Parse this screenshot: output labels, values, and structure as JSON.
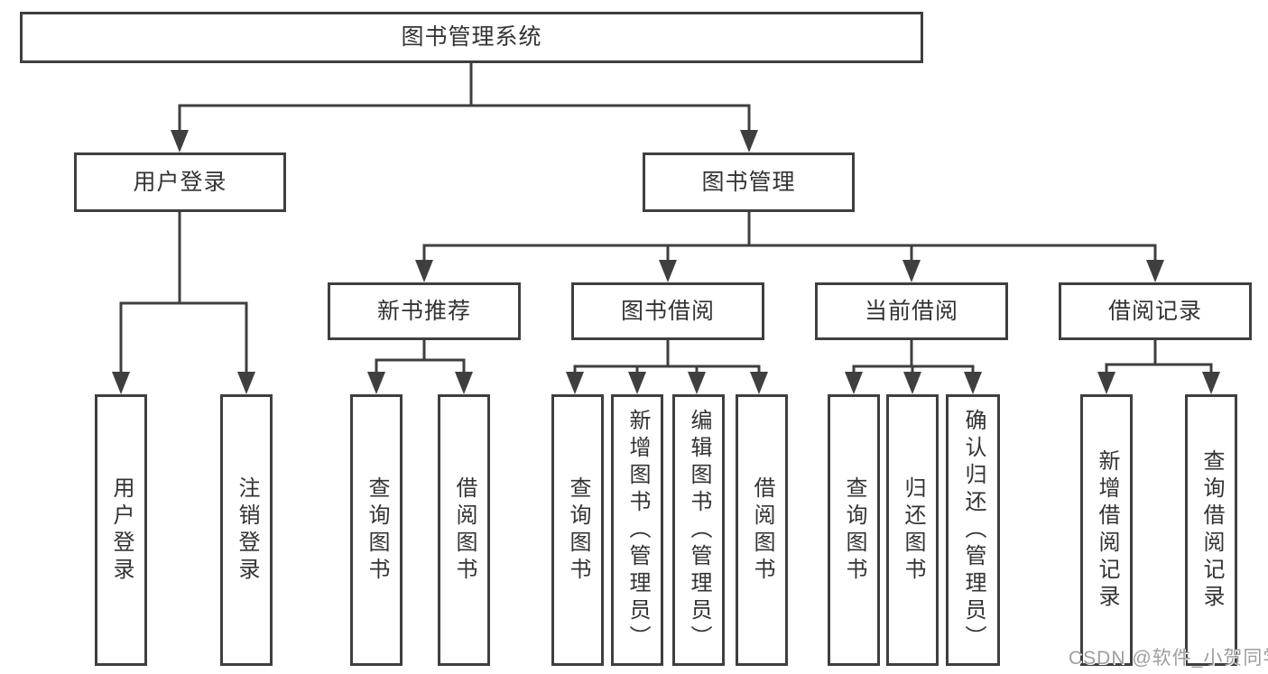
{
  "diagram": {
    "title": "图书管理系统",
    "line_color": "#3f3f3f",
    "watermark": {
      "text": "CSDN @软件_小贺同学",
      "color": "#9e9e9e"
    },
    "nodes": {
      "root": {
        "label": "图书管理系统"
      },
      "user_login": {
        "label": "用户登录"
      },
      "book_mgmt": {
        "label": "图书管理"
      },
      "new_book_rec": {
        "label": "新书推荐"
      },
      "book_borrow": {
        "label": "图书借阅"
      },
      "current_borrow": {
        "label": "当前借阅"
      },
      "borrow_records": {
        "label": "借阅记录"
      },
      "ul_login": {
        "label": "用户登录"
      },
      "ul_logout": {
        "label": "注销登录"
      },
      "nb_query_books": {
        "label": "查询图书"
      },
      "nb_borrow_books": {
        "label": "借阅图书"
      },
      "bb_query_books": {
        "label": "查询图书"
      },
      "bb_add_books": {
        "label": "新增图书（管理员）"
      },
      "bb_edit_books": {
        "label": "编辑图书（管理员）"
      },
      "bb_borrow_books": {
        "label": "借阅图书"
      },
      "cb_query_books": {
        "label": "查询图书"
      },
      "cb_return_books": {
        "label": "归还图书"
      },
      "cb_confirm_return": {
        "label": "确认归还（管理员）"
      },
      "br_add_record": {
        "label": "新增借阅记录"
      },
      "br_query_record": {
        "label": "查询借阅记录"
      }
    }
  }
}
